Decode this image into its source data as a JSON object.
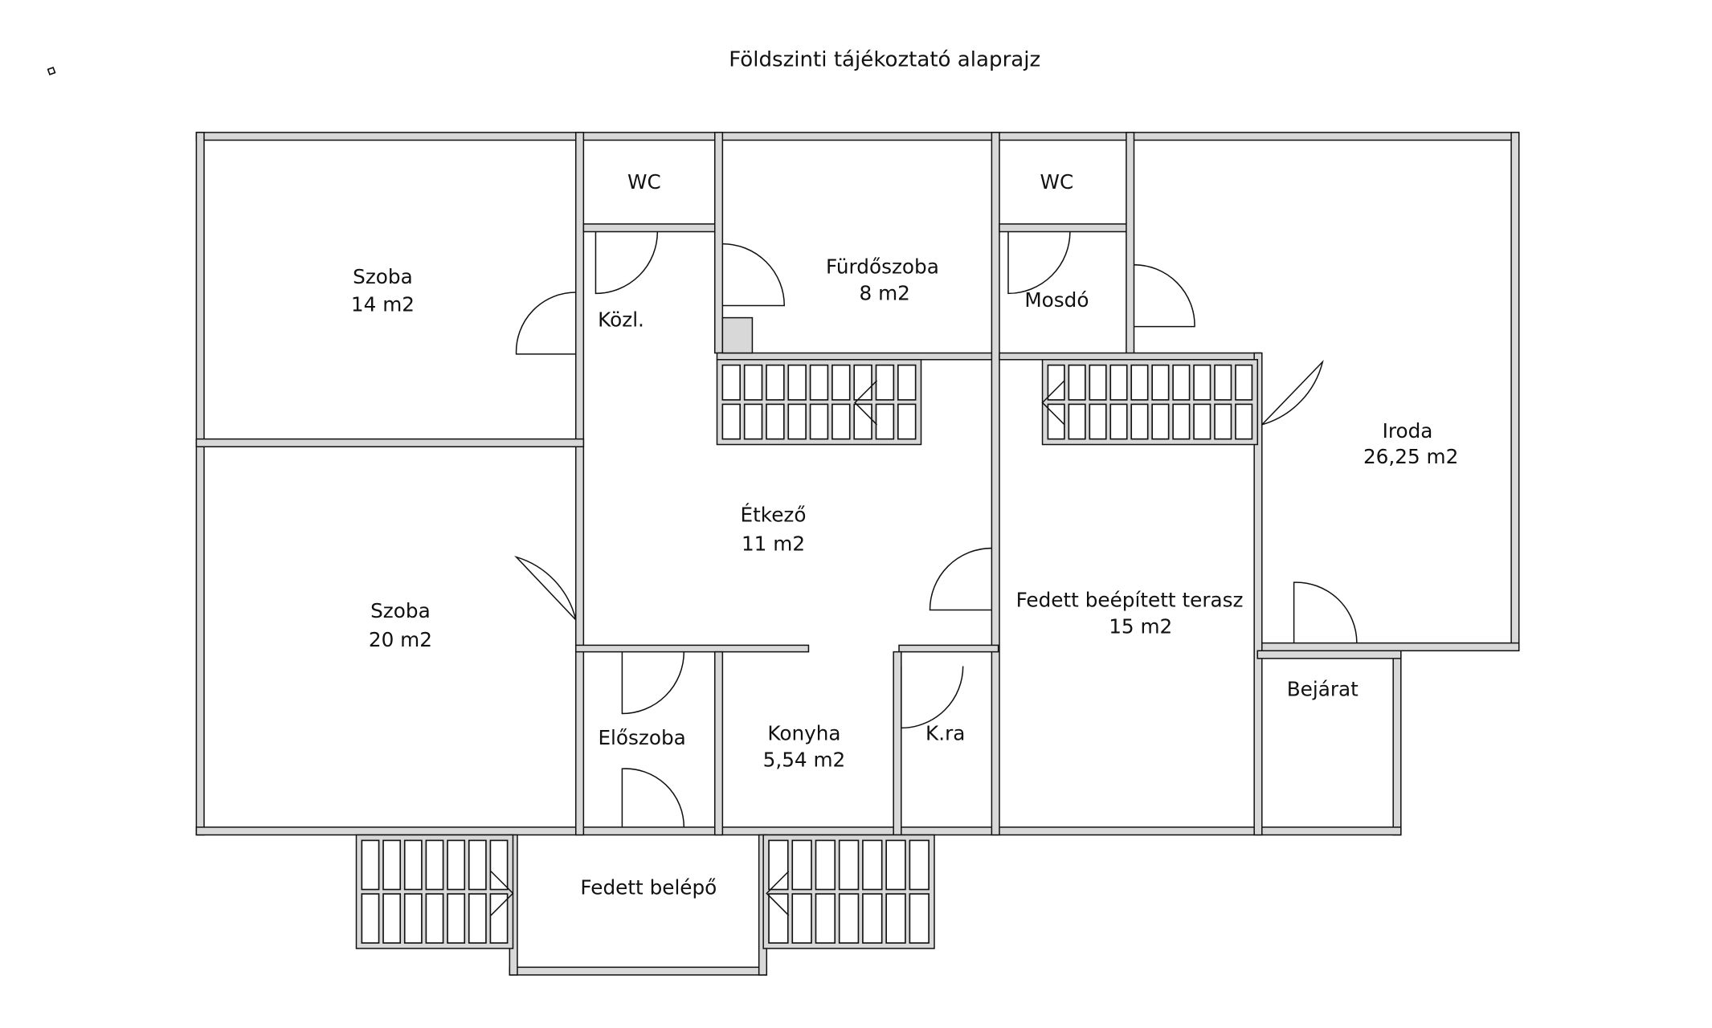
{
  "title": "Földszinti tájékoztató alaprajz",
  "rooms": {
    "szoba14": {
      "name": "Szoba",
      "area": "14 m2"
    },
    "szoba20": {
      "name": "Szoba",
      "area": "20 m2"
    },
    "wc1": {
      "name": "WC"
    },
    "wc2": {
      "name": "WC"
    },
    "kozl": {
      "name": "Közl."
    },
    "furdo": {
      "name": "Fürdőszoba",
      "area": "8 m2"
    },
    "mosdo": {
      "name": "Mosdó"
    },
    "iroda": {
      "name": "Iroda",
      "area": "26,25 m2"
    },
    "etkezo": {
      "name": "Étkező",
      "area": "11 m2"
    },
    "terasz": {
      "name": "Fedett beépített terasz",
      "area": "15 m2"
    },
    "bejarat": {
      "name": "Bejárat"
    },
    "eloszoba": {
      "name": "Előszoba"
    },
    "konyha": {
      "name": "Konyha",
      "area": "5,54 m2"
    },
    "kamra": {
      "name": "K.ra"
    },
    "belepo": {
      "name": "Fedett belépő"
    }
  }
}
